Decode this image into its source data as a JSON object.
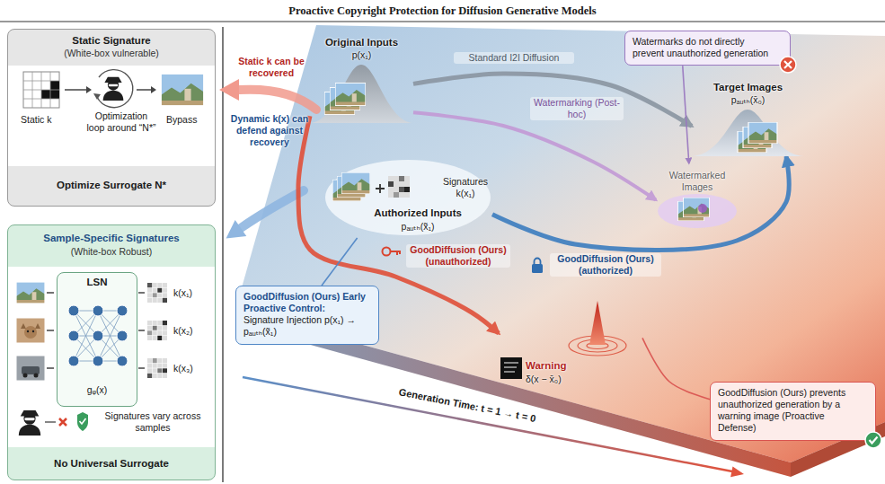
{
  "diagram": {
    "title": "Proactive Copyright Protection for Diffusion Generative Models",
    "nodes": [
      {
        "text": [
          "Static Signature",
          "(White-box vulnerable)",
          "Static k",
          "Optimization loop around “N*”",
          "Bypass",
          "Optimize Surrogate N*"
        ]
      },
      {
        "text": [
          "Sample-Specific Signatures",
          "(White-box Robust)",
          "k(x₁)",
          "k(x₂)",
          "k(x₃)",
          "Signatures vary across samples",
          "No Universal Surrogate"
        ]
      },
      {
        "text": [
          "LSN",
          "gᵩ(x)"
        ],
        "in": 1
      },
      {
        "text": [
          "Original Inputs",
          "p(x₁)"
        ]
      },
      {
        "text": [
          "Watermarks do not directly prevent unauthorized generation"
        ]
      },
      {
        "text": [
          "Target Images",
          "pₐᵤₜₕ(x̄₀)"
        ]
      },
      {
        "text": [
          "Signatures k(x₁)",
          "Authorized Inputs",
          "pₐᵤₜₕ(x̃₁)"
        ]
      },
      {
        "text": [
          "Watermarked Images"
        ]
      },
      {
        "text": [
          "GoodDiffusion (Ours) Early Proactive Control:",
          "Signature Injection p(x₁) → pₐᵤₜₕ(x̃₁)"
        ]
      },
      {
        "text": [
          "Warning",
          "δ(x − x̄₀)"
        ]
      },
      {
        "text": [
          "GoodDiffusion (Ours) prevents unauthorized generation by a warning image (Proactive Defense)"
        ]
      }
    ],
    "edges": [
      {
        "from": 3,
        "to": 5,
        "arrow": "to",
        "label": "Standard I2I Diffusion"
      },
      {
        "from": 3,
        "to": 7,
        "arrow": "to",
        "label": "Watermarking (Post-hoc)"
      },
      {
        "from": 6,
        "to": 5,
        "arrow": "to",
        "label": "GoodDiffusion (Ours) (authorized)"
      },
      {
        "from": 3,
        "to": 9,
        "arrow": "to",
        "label": "GoodDiffusion (Ours) (unauthorized)"
      },
      {
        "from": 4,
        "to": 7,
        "arrow": "to"
      },
      {
        "from": 8,
        "to": 6,
        "arrow": "none"
      },
      {
        "from": 10,
        "to": 9,
        "arrow": "none"
      }
    ],
    "labels": [
      "Static k can be recovered",
      "Dynamic k(x) can defend against recovery",
      "Generation Time: t = 1 → t = 0"
    ]
  }
}
